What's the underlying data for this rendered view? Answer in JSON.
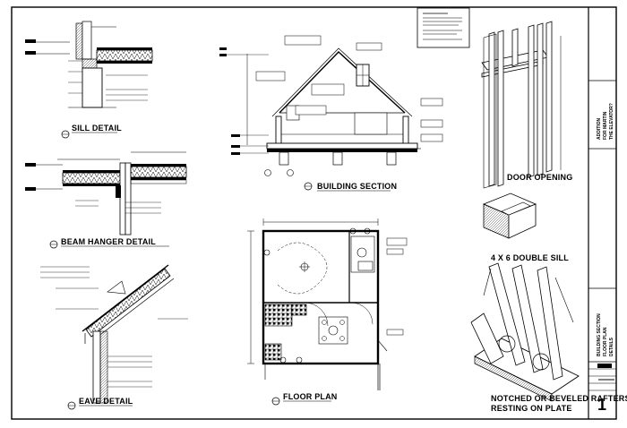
{
  "titles": {
    "sill_detail": "SILL DETAIL",
    "beam_hanger_detail": "BEAM HANGER DETAIL",
    "eave_detail": "EAVE DETAIL",
    "building_section": "BUILDING SECTION",
    "floor_plan": "FLOOR PLAN",
    "door_opening": "DOOR OPENING",
    "double_sill": "4 X 6 DOUBLE SILL",
    "rafters_line1": "NOTCHED OR BEVELED RAFTERS",
    "rafters_line2": "RESTING ON PLATE"
  },
  "title_block": {
    "project_line1": "ADDITION",
    "project_line2": "FOR MARTIN",
    "project_line3": "THE ELEVATOR?",
    "sheet_line1": "BUILDING SECTION",
    "sheet_line2": "FLOOR PLAN",
    "sheet_line3": "DETAILS",
    "sheet_number": "1"
  },
  "colors": {
    "ink": "#000000",
    "paper": "#ffffff"
  }
}
